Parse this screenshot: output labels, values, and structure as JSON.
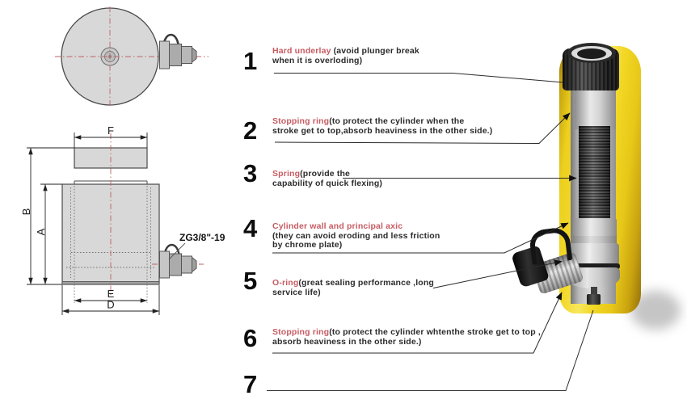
{
  "diagram_title": "single acting hydraulic cylinder cutaway parts diagram",
  "colors": {
    "callout_name_red": "#c75b62",
    "centerline_red": "#c06262",
    "cylinder_yellow": "#f2d724",
    "drawing_fill_gray": "#d8d8d8",
    "line_dark": "#2a2a2a"
  },
  "front_view": {
    "dim_f": "F",
    "dim_b": "B",
    "dim_a": "A",
    "dim_e": "E",
    "dim_d": "D",
    "port_label": "ZG3/8\"-19"
  },
  "callouts": [
    {
      "num": "1",
      "name": "Hard underlay",
      "desc": " (avoid plunger break\nwhen it is overloding)"
    },
    {
      "num": "2",
      "name": "Stopping ring",
      "desc": "(to protect the cylinder when the\nstroke get to top,absorb heaviness in the other side.)"
    },
    {
      "num": "3",
      "name": "Spring",
      "desc": "(provide the\ncapability of quick flexing)"
    },
    {
      "num": "4",
      "name": "Cylinder wall and principal axic",
      "desc": "\n(they can avoid eroding and less friction\nby chrome plate)"
    },
    {
      "num": "5",
      "name": "O-ring",
      "desc": "(great sealing performance ,long\nservice life)"
    },
    {
      "num": "6",
      "name": "Stopping ring",
      "desc": "(to protect the cylinder whtenthe stroke get to top ,\nabsorb heaviness in the other side.)"
    },
    {
      "num": "7",
      "name": "",
      "desc": ""
    }
  ]
}
